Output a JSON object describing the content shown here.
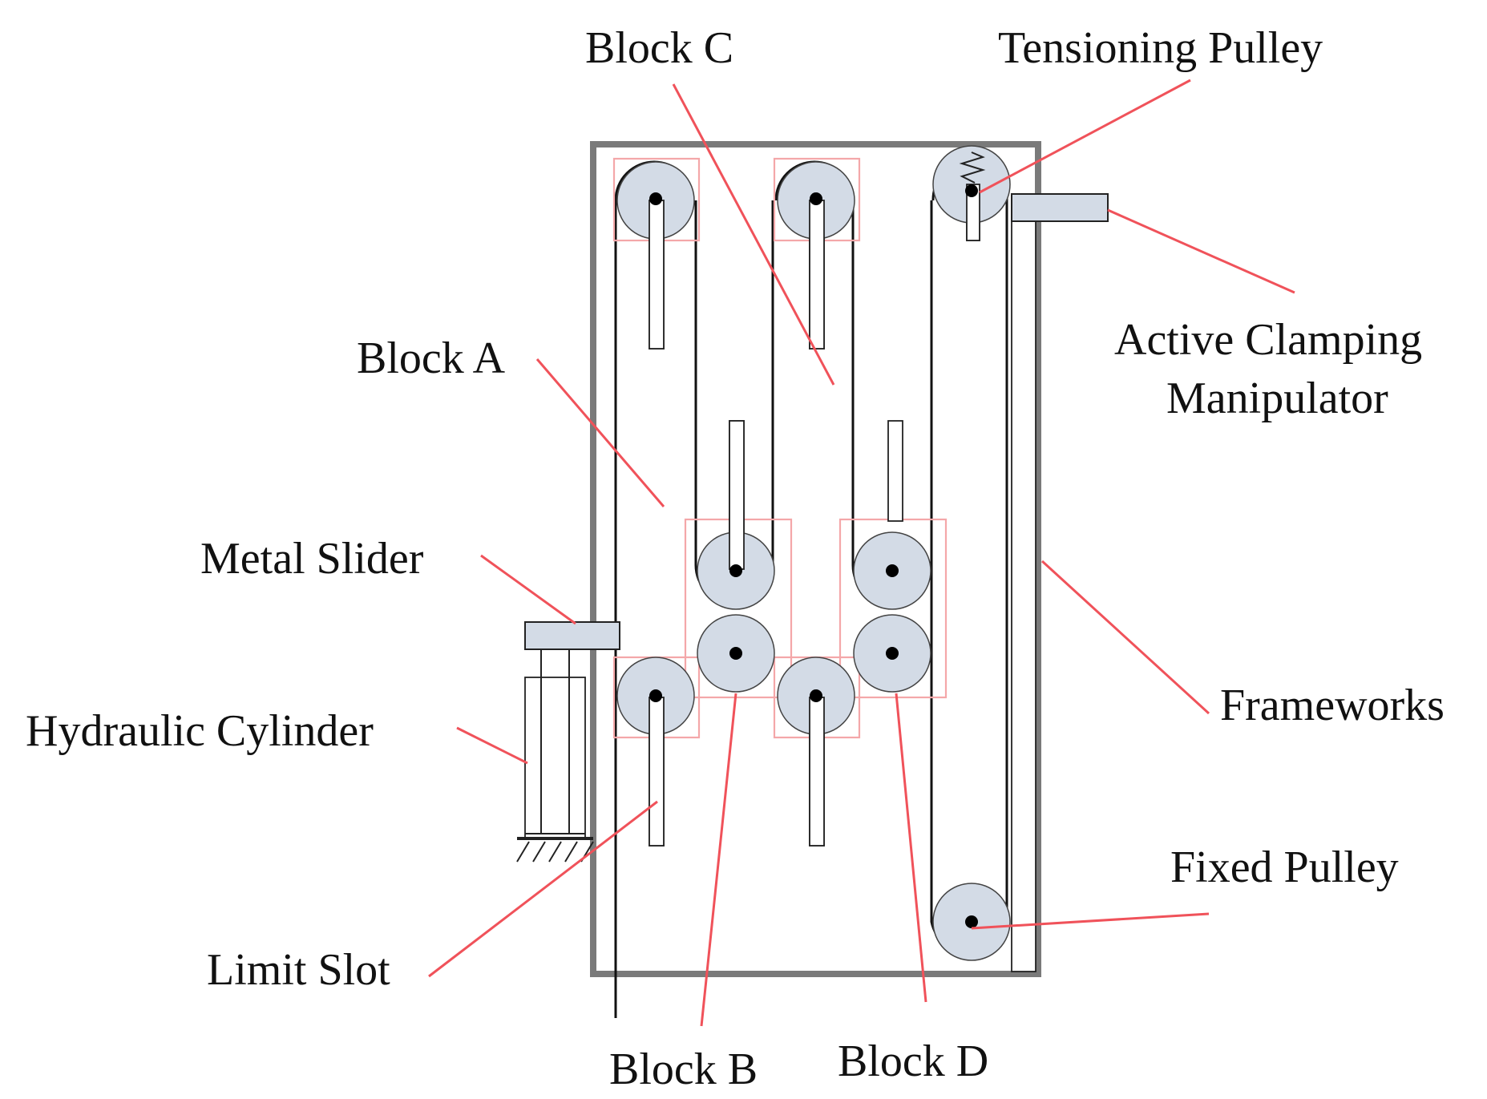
{
  "labels": {
    "block_c": "Block C",
    "tensioning_pulley": "Tensioning Pulley",
    "active_clamping_line1": "Active Clamping",
    "active_clamping_line2": "Manipulator",
    "block_a": "Block A",
    "metal_slider": "Metal Slider",
    "hydraulic_cylinder": "Hydraulic Cylinder",
    "frameworks": "Frameworks",
    "fixed_pulley": "Fixed Pulley",
    "limit_slot": "Limit Slot",
    "block_b": "Block B",
    "block_d": "Block D"
  },
  "colors": {
    "leader_line": "#f0525a",
    "block_outline": "#f4a7a9",
    "pulley_fill": "#d3dbe6",
    "frame_stroke": "#7a7a7a"
  }
}
